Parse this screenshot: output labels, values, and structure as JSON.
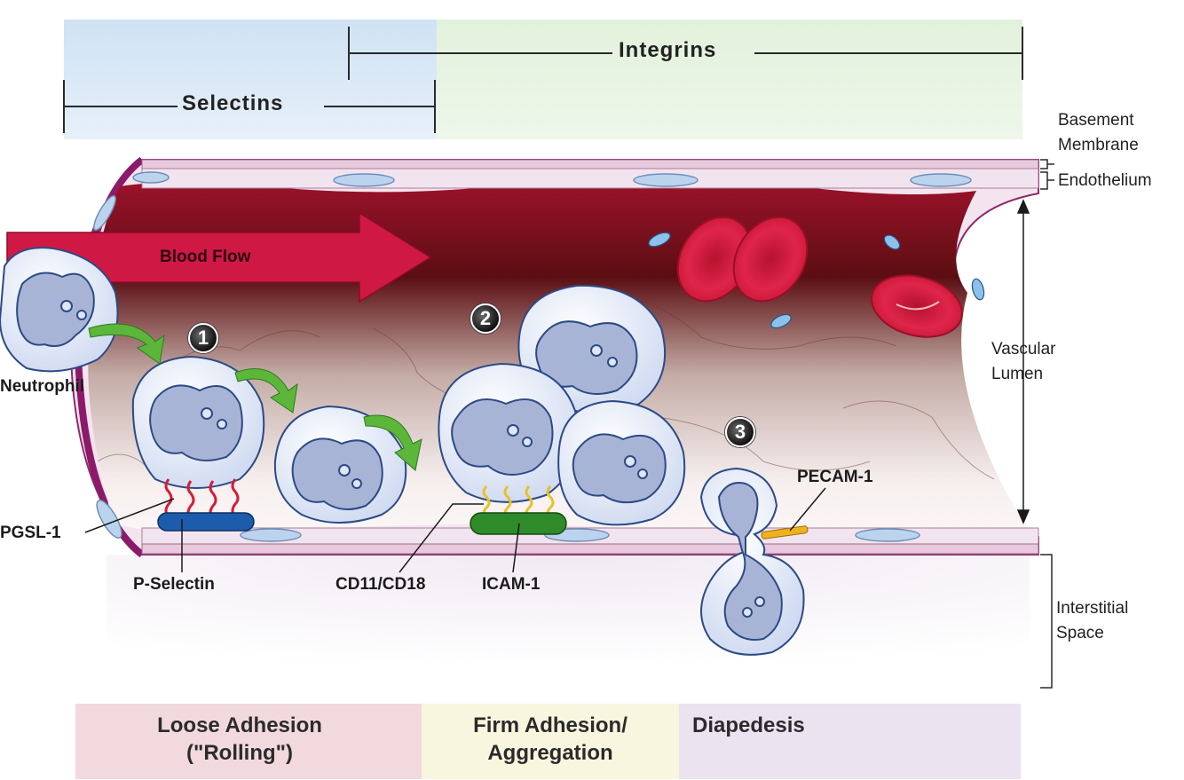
{
  "title_row": {
    "integrins": "Integrins",
    "selectins": "Selectins"
  },
  "vessel_layers": {
    "basement_membrane": "Basement Membrane",
    "endothelium": "Endothelium",
    "vascular_lumen": "Vascular Lumen",
    "interstitial_space": "Interstitial Space"
  },
  "flow": {
    "label": "Blood Flow"
  },
  "cells": {
    "neutrophil": "Neutrophil"
  },
  "steps": [
    "1",
    "2",
    "3"
  ],
  "molecules": {
    "pgsl1": "PGSL-1",
    "p_selectin": "P-Selectin",
    "cd11_cd18": "CD11/CD18",
    "icam1": "ICAM-1",
    "pecam1": "PECAM-1"
  },
  "phases": [
    {
      "label": "Loose Adhesion (\"Rolling\")",
      "color": "#f1d9de"
    },
    {
      "label": "Firm Adhesion/ Aggregation",
      "color": "#f8f6df"
    },
    {
      "label": "Diapedesis",
      "color": "#ebe3f0"
    }
  ],
  "colors": {
    "selectin_band": "#cfe3f3",
    "integrin_band": "#e5f2e0",
    "lumen_dark": "#5a0f12",
    "lumen_red": "#a3122c",
    "vessel_wall": "#f4e3ee",
    "arrow": "#d11a45",
    "rbc": "#d81d3c",
    "neutrophil_fill": "#e8eef9",
    "nucleus": "#a9b5d7",
    "p_selectin": "#1d5cad",
    "icam1": "#2f8a2a",
    "pecam1": "#f0b21c",
    "green_arrow": "#5bb63a"
  }
}
